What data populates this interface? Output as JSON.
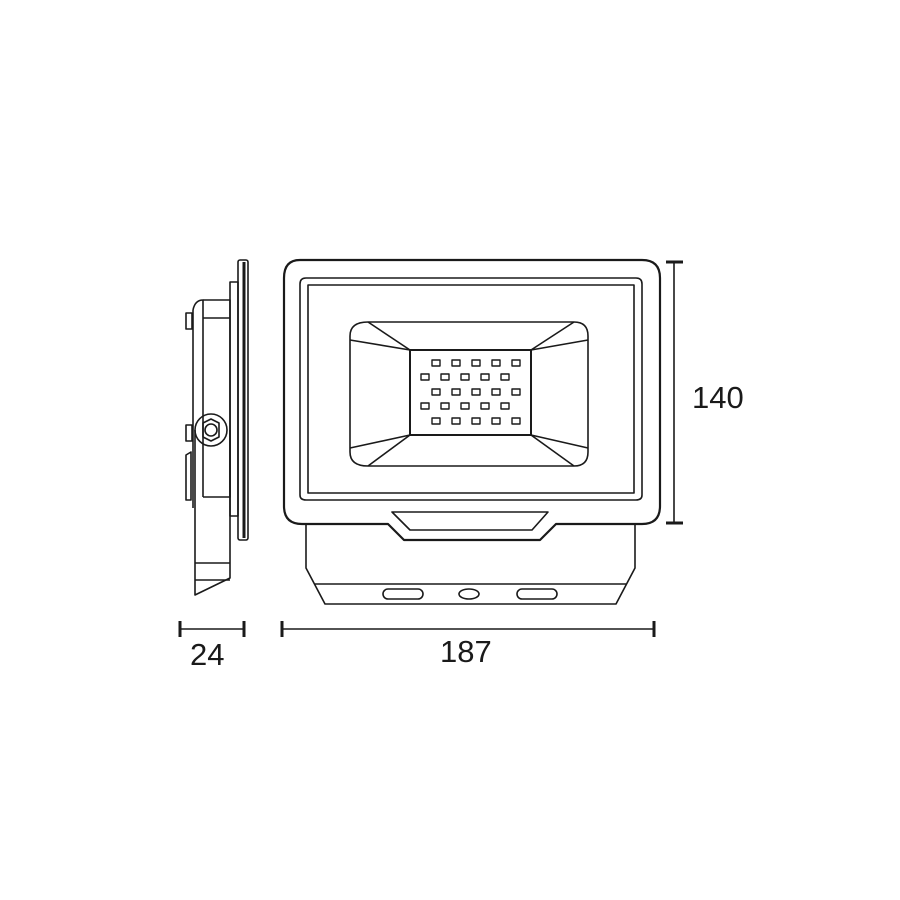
{
  "drawing": {
    "subject": "LED floodlight dimensional drawing",
    "views": [
      "side-view",
      "front-view"
    ],
    "line_color": "#1a1a1a",
    "background": "#ffffff",
    "led_grid": {
      "rows": 5,
      "per_row": 5
    }
  },
  "dimensions": {
    "depth": {
      "value": "24",
      "orientation": "horizontal"
    },
    "width": {
      "value": "187",
      "orientation": "horizontal"
    },
    "height": {
      "value": "140",
      "orientation": "vertical"
    }
  }
}
